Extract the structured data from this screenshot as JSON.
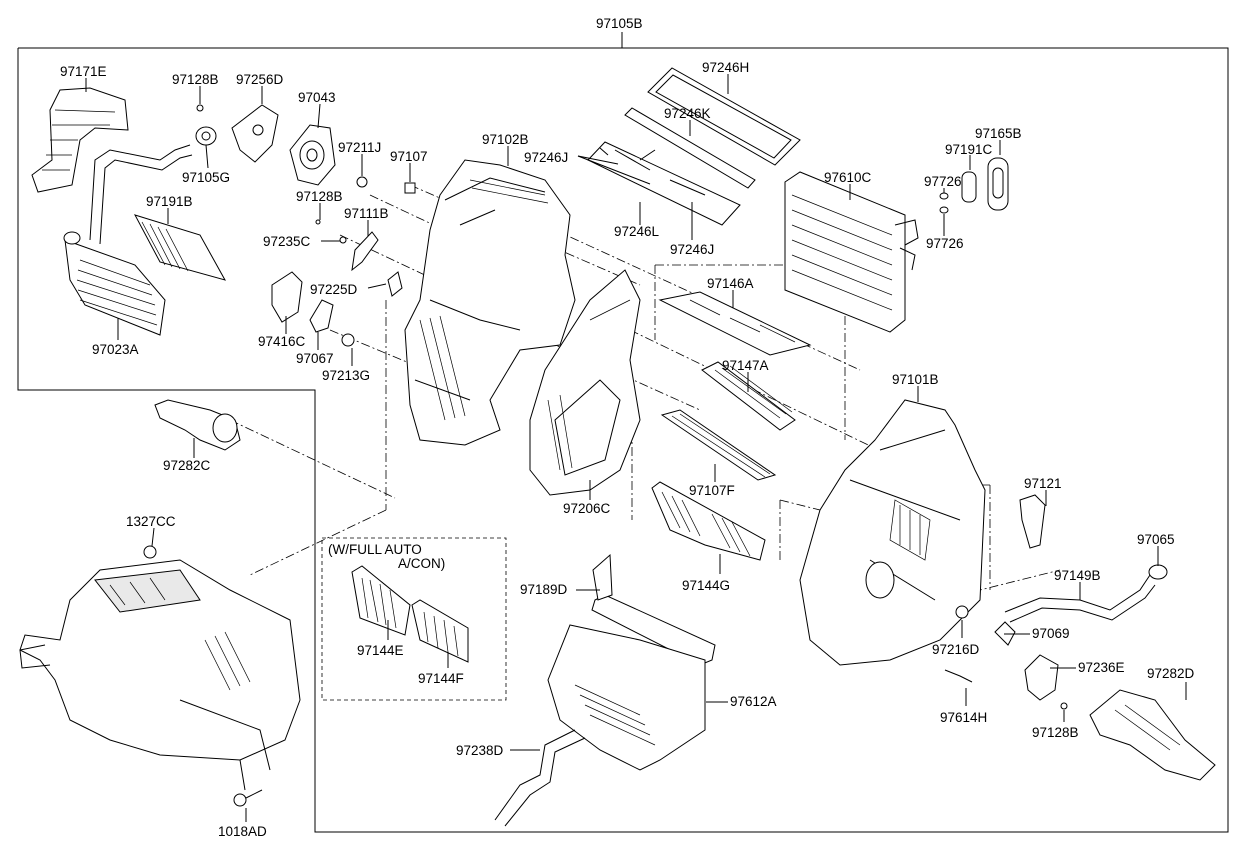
{
  "parts": {
    "p97105B": "97105B",
    "p97171E": "97171E",
    "p97128B_1": "97128B",
    "p97256D": "97256D",
    "p97043": "97043",
    "p97105G": "97105G",
    "p97191B": "97191B",
    "p97023A": "97023A",
    "p97211J": "97211J",
    "p97107": "97107",
    "p97128B_2": "97128B",
    "p97111B": "97111B",
    "p97235C": "97235C",
    "p97225D": "97225D",
    "p97416C": "97416C",
    "p97067": "97067",
    "p97213G": "97213G",
    "p97102B": "97102B",
    "p97246H": "97246H",
    "p97246K": "97246K",
    "p97246J_1": "97246J",
    "p97246L": "97246L",
    "p97246J_2": "97246J",
    "p97610C": "97610C",
    "p97165B": "97165B",
    "p97191C": "97191C",
    "p97726_1": "97726",
    "p97726_2": "97726",
    "p97146A": "97146A",
    "p97147A": "97147A",
    "p97101B": "97101B",
    "p97107F": "97107F",
    "p97206C": "97206C",
    "p97282C": "97282C",
    "p97121": "97121",
    "p97065": "97065",
    "p97149B": "97149B",
    "p97144G": "97144G",
    "p97189D": "97189D",
    "p97216D": "97216D",
    "p97069": "97069",
    "p97236E": "97236E",
    "p97282D": "97282D",
    "p97614H": "97614H",
    "p97128B_3": "97128B",
    "p97612A": "97612A",
    "p97238D": "97238D",
    "p1327CC": "1327CC",
    "p1018AD": "1018AD",
    "p97144E": "97144E",
    "p97144F": "97144F"
  },
  "option_box": {
    "line1": "(W/FULL AUTO",
    "line2": "A/CON)"
  }
}
